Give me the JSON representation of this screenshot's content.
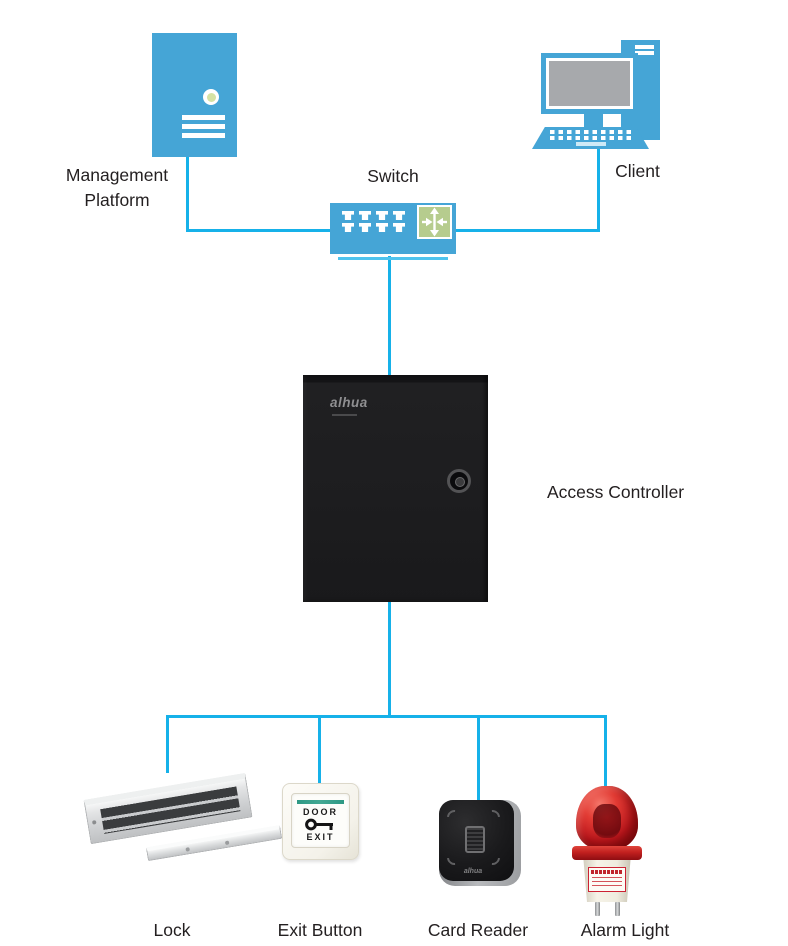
{
  "colors": {
    "connector": "#16b1e9",
    "connector_light": "#4fc3ed",
    "device_blue": "#45a5d6",
    "switch_green": "#b6cc8e",
    "label_text": "#231f20"
  },
  "nodes": {
    "management_platform": {
      "label": "Management Platform"
    },
    "switch": {
      "label": "Switch"
    },
    "client": {
      "label": "Client"
    },
    "access_controller": {
      "label": "Access Controller",
      "brand": "alhua"
    },
    "lock": {
      "label": "Lock"
    },
    "exit_button": {
      "label": "Exit Button",
      "button_text_top": "DOOR",
      "button_text_bottom": "EXIT"
    },
    "card_reader": {
      "label": "Card Reader",
      "brand": "alhua"
    },
    "alarm_light": {
      "label": "Alarm Light"
    }
  }
}
